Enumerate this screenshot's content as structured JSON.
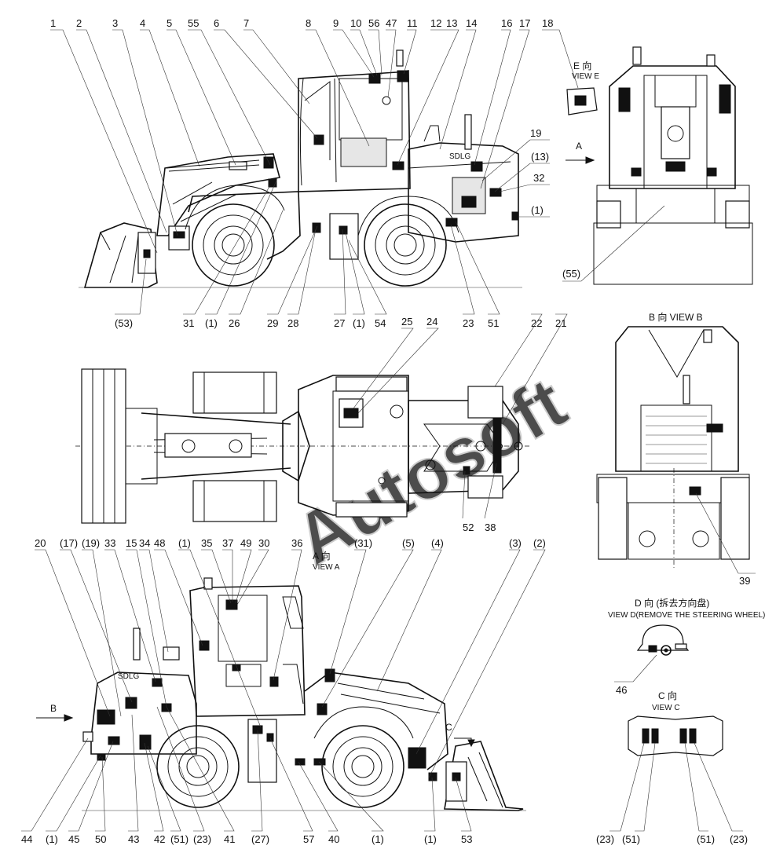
{
  "watermark": "Autosoft",
  "views": {
    "view_e": {
      "cn": "E 向",
      "en": "VIEW E"
    },
    "view_b": {
      "title": "B 向 VIEW B"
    },
    "view_a": {
      "cn": "A 向",
      "en": "VIEW A"
    },
    "view_d": {
      "cn": "D 向 (拆去方向盘)",
      "en": "VIEW D(REMOVE THE STEERING WHEEL)"
    },
    "view_c": {
      "cn": "C 向",
      "en": "VIEW C"
    },
    "arrow_a": "A",
    "arrow_b": "B",
    "arrow_c": "C"
  },
  "brand_text": "SDLG",
  "callouts": {
    "top_row": [
      "1",
      "2",
      "3",
      "4",
      "5",
      "55",
      "6",
      "7",
      "8",
      "9",
      "10",
      "56",
      "47",
      "11",
      "12",
      "13",
      "14",
      "16",
      "17",
      "18"
    ],
    "side_right": [
      "19",
      "(13)",
      "32",
      "(1)"
    ],
    "bottom_row": [
      "(53)",
      "31",
      "(1)",
      "26",
      "29",
      "28",
      "27",
      "(1)",
      "54",
      "23",
      "51",
      "22",
      "21"
    ],
    "plan_view": [
      "25",
      "24",
      "52",
      "38"
    ],
    "view_e_side": [
      "(55)"
    ],
    "view_b_side": [
      "39"
    ],
    "view_a_top": [
      "20",
      "(17)",
      "(19)",
      "33",
      "15",
      "34",
      "48",
      "(1)",
      "35",
      "37",
      "49",
      "30",
      "36",
      "(31)",
      "(5)",
      "(4)",
      "(3)",
      "(2)"
    ],
    "view_a_bottom": [
      "44",
      "(1)",
      "45",
      "50",
      "43",
      "42",
      "(51)",
      "(23)",
      "41",
      "(27)",
      "57",
      "40",
      "(1)",
      "(1)",
      "53"
    ],
    "view_d_side": [
      "46"
    ],
    "view_c_bottom": [
      "(23)",
      "(51)",
      "(51)",
      "(23)"
    ]
  }
}
